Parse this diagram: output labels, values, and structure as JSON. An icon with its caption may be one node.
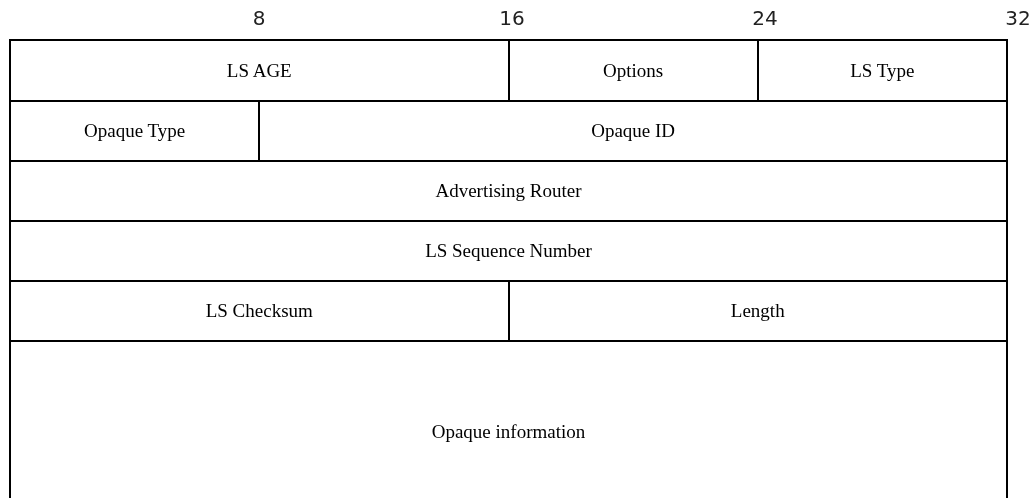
{
  "diagram": {
    "nodes": [
      {
        "text": [
          "LS AGE"
        ]
      },
      {
        "text": [
          "Options"
        ]
      },
      {
        "text": [
          "LS Type"
        ]
      },
      {
        "text": [
          "Opaque Type"
        ]
      },
      {
        "text": [
          "Opaque ID"
        ]
      },
      {
        "text": [
          "Advertising Router"
        ]
      },
      {
        "text": [
          "LS Sequence Number"
        ]
      },
      {
        "text": [
          "LS Checksum"
        ]
      },
      {
        "text": [
          "Length"
        ]
      },
      {
        "text": [
          "Opaque information"
        ]
      }
    ],
    "labels": [
      "8",
      "16",
      "24",
      "32"
    ]
  }
}
